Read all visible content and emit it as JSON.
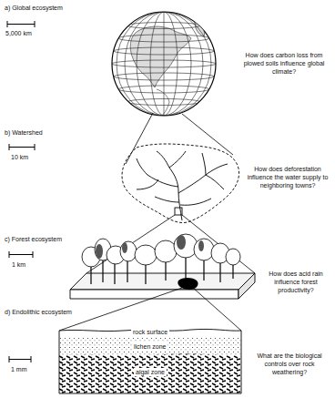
{
  "diagram": {
    "labels": [
      "a) Global ecosystem",
      "5,000 km",
      "How does carbon loss from plowed soils influence global climate?",
      "b) Watershed",
      "10 km",
      "How does deforestation influence the water supply to neighboring towns?",
      "c) Forest ecosystem",
      "1 km",
      "How does acid rain influence forest productivity?",
      "d) Endolithic ecosystem",
      "rock surface",
      "lichen zone",
      "algal zone",
      "1 mm",
      "What are the biological controls over rock weathering?"
    ]
  }
}
